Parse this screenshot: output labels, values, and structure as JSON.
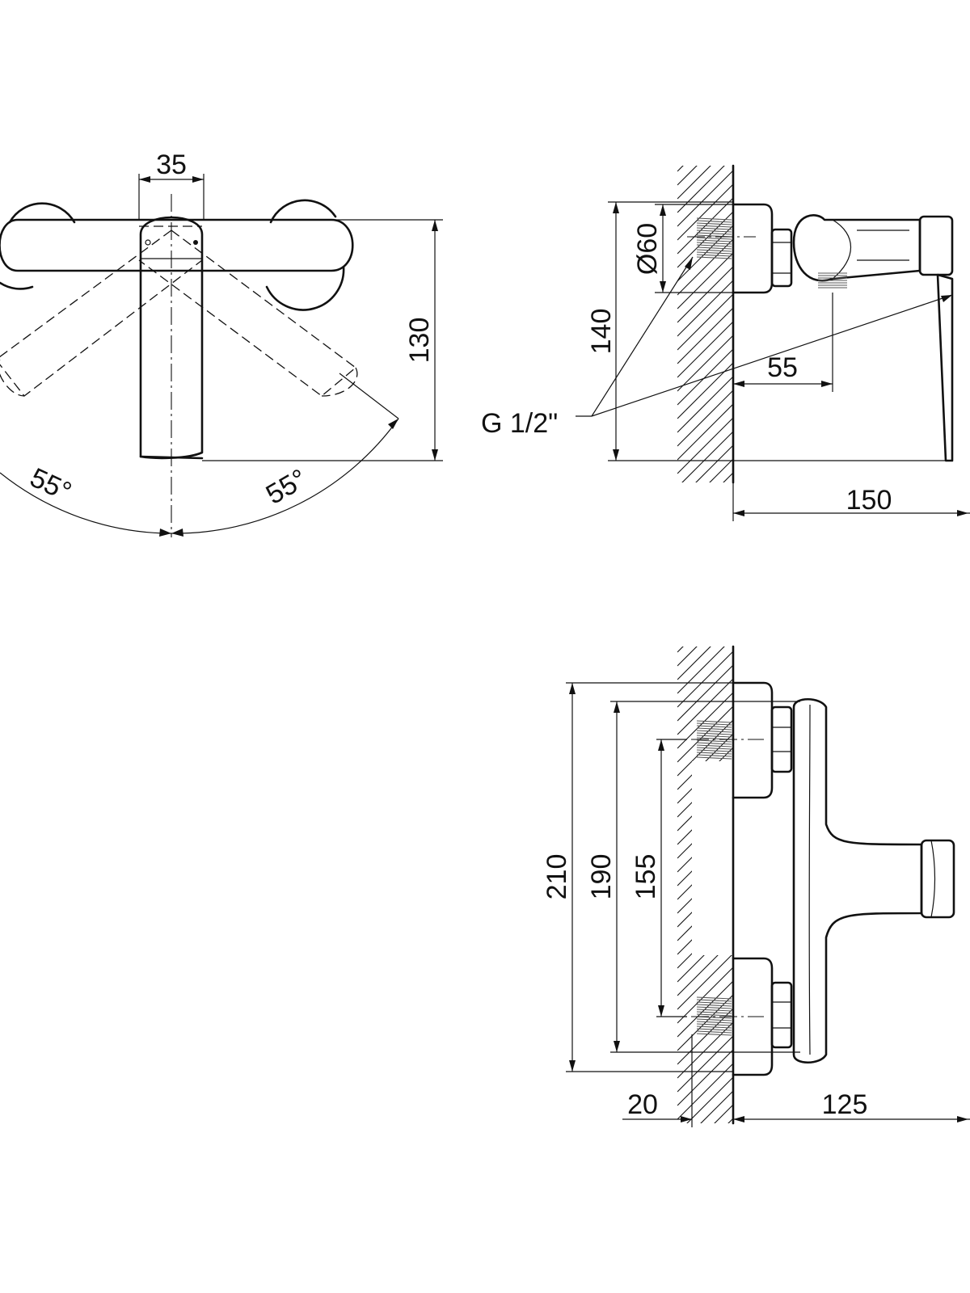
{
  "front_view": {
    "dim_width": "35",
    "dim_height": "130",
    "angle_left": "55°",
    "angle_right": "55°"
  },
  "side_view": {
    "dim_diameter": "Ø60",
    "dim_height": "140",
    "dim_outlet": "55",
    "dim_depth": "150",
    "thread_label": "G 1/2\""
  },
  "top_view": {
    "dim_overall": "210",
    "dim_flange": "190",
    "dim_centers": "155",
    "dim_recess": "20",
    "dim_depth": "125"
  }
}
